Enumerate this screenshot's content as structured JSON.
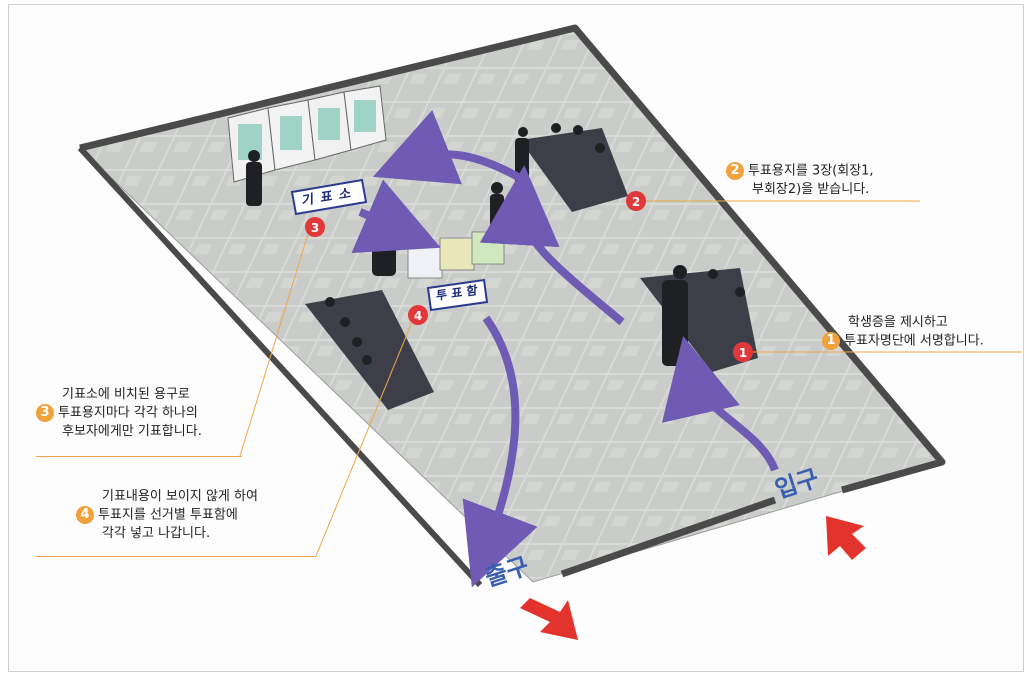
{
  "colors": {
    "arrow": "#6f5bb3",
    "marker": "#e3383a",
    "badge": "#f2a23a",
    "callout_line": "#f0a64a",
    "exit_arrow": "#e2332d"
  },
  "areas": {
    "booth": "기 표 소",
    "ballot_box": "투 표 함",
    "exit": "출구",
    "entrance": "입구"
  },
  "steps": [
    {
      "number": "1",
      "lines": [
        "학생증을 제시하고",
        "투표자명단에 서명합니다."
      ]
    },
    {
      "number": "2",
      "lines": [
        "투표용지를  3장(회장1,",
        "부회장2)을 받습니다."
      ]
    },
    {
      "number": "3",
      "lines": [
        "기표소에 비치된 용구로",
        "투표용지마다 각각 하나의",
        "후보자에게만 기표합니다."
      ]
    },
    {
      "number": "4",
      "lines": [
        "기표내용이 보이지 않게 하여",
        "투표지를 선거별 투표함에",
        "각각 넣고 나갑니다."
      ]
    }
  ]
}
